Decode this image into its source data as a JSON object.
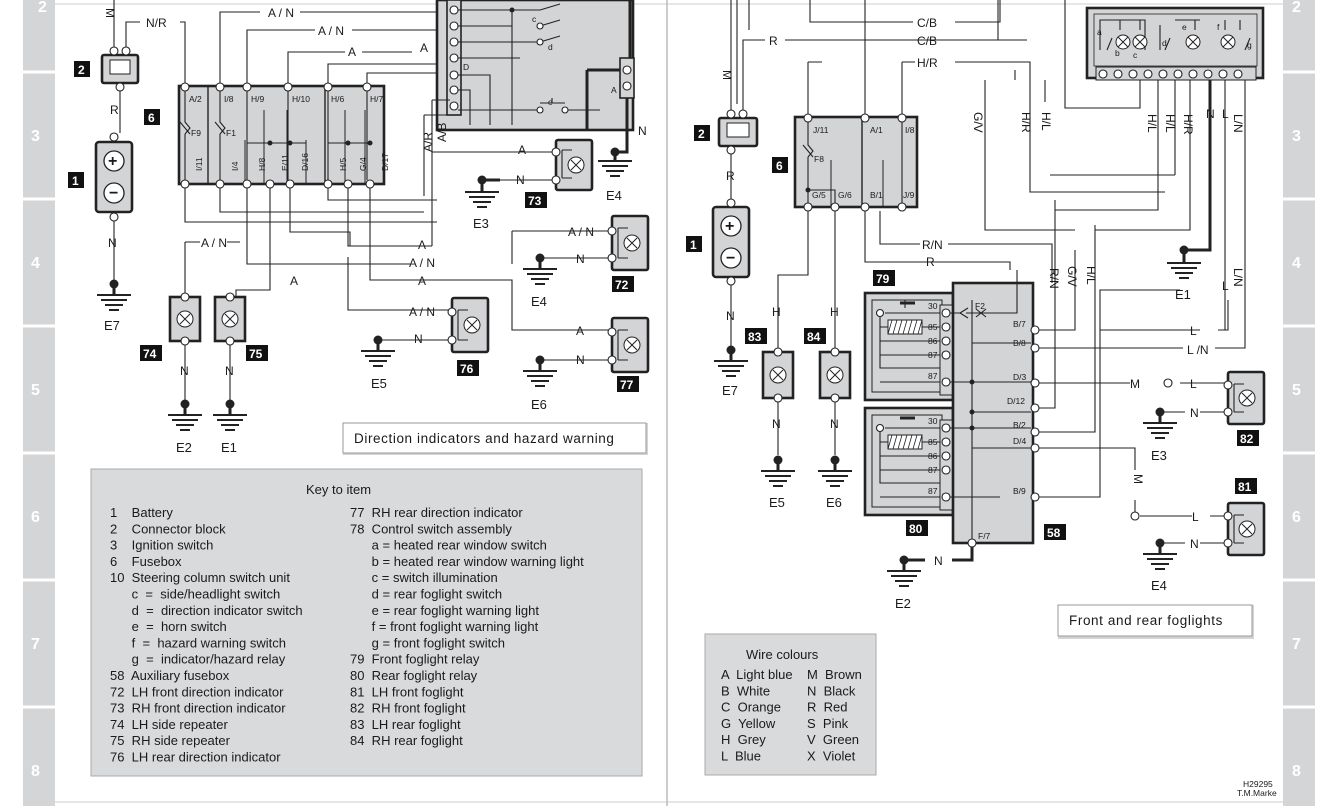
{
  "left_title": "Direction indicators and hazard warning",
  "right_title": "Front and rear foglights",
  "key_title": "Key to item",
  "key_col1": [
    "1    Battery",
    "2    Connector block",
    "3    Ignition switch",
    "6    Fusebox",
    "10  Steering column switch unit",
    "      c  =  side/headlight switch",
    "      d  =  direction indicator switch",
    "      e  =  horn switch",
    "      f  =  hazard warning switch",
    "      g  =  indicator/hazard relay",
    "58  Auxiliary fusebox",
    "72  LH front direction indicator",
    "73  RH front direction indicator",
    "74  LH side repeater",
    "75  RH side repeater",
    "76  LH rear direction indicator"
  ],
  "key_col2": [
    "77  RH rear direction indicator",
    "78  Control switch assembly",
    "      a = heated rear window switch",
    "      b = heated rear window warning light",
    "      c = switch illumination",
    "      d = rear foglight switch",
    "      e = rear foglight warning light",
    "      f = front foglight warning light",
    "      g = front foglight switch",
    "79  Front foglight relay",
    "80  Rear foglight relay",
    "81  LH front foglight",
    "82  RH front foglight",
    "83  LH rear foglight",
    "84  RH rear foglight"
  ],
  "wire_colours_title": "Wire  colours",
  "wire_colours_col1": [
    "A  Light blue",
    "B  White",
    "C  Orange",
    "G  Yellow",
    "H  Grey",
    "L  Blue"
  ],
  "wire_colours_col2": [
    "M  Brown",
    "N  Black",
    "R  Red",
    "S  Pink",
    "V  Green",
    "X  Violet"
  ],
  "ref_code": "H29295",
  "ref_author": "T.M.Marke",
  "strip_numbers": [
    "2",
    "3",
    "4",
    "5",
    "6",
    "7",
    "8"
  ],
  "components": {
    "c1": "1",
    "c2": "2",
    "c6": "6",
    "c72": "72",
    "c73": "73",
    "c74": "74",
    "c75": "75",
    "c76": "76",
    "c77": "77",
    "c58": "58",
    "c79": "79",
    "c80": "80",
    "c81": "81",
    "c82": "82",
    "c83": "83",
    "c84": "84"
  },
  "grounds": {
    "E1": "E1",
    "E2": "E2",
    "E3": "E3",
    "E4": "E4",
    "E5": "E5",
    "E6": "E6",
    "E7": "E7"
  },
  "fuses": {
    "F1": "F1",
    "F2": "F2",
    "F8": "F8",
    "F9": "F9"
  },
  "wire_labels": {
    "M": "M",
    "NR": "N/R",
    "R": "R",
    "N": "N",
    "AN": "A / N",
    "A": "A",
    "AR": "A/R",
    "AB": "A/B",
    "CB": "C/B",
    "HR": "H/R",
    "GV": "G/V",
    "HL": "H/L",
    "L": "L",
    "LN": "L/N",
    "RN": "R/N",
    "H": "H",
    "LNs": "L /N"
  },
  "pins_left": [
    "A/2",
    "I/8",
    "H/9",
    "H/10",
    "H/6",
    "H/7",
    "I/11",
    "I/4",
    "H/8",
    "E/11",
    "D/16",
    "H/5",
    "G/4",
    "D/17"
  ],
  "pins_right": [
    "J/11",
    "A/1",
    "I/8",
    "G/5",
    "G/6",
    "B/1",
    "J/9"
  ],
  "pins_58": [
    "B/7",
    "B/8",
    "D/3",
    "D/12",
    "B/2",
    "D/4",
    "B/9",
    "F/7"
  ],
  "relay_pins": [
    "30",
    "85",
    "86",
    "87",
    "87"
  ],
  "switch_letters": [
    "a",
    "b",
    "c",
    "d",
    "e",
    "f",
    "g"
  ],
  "sw10_letters": [
    "c",
    "d",
    "e"
  ],
  "pin_D": "D",
  "pin_A": "A"
}
